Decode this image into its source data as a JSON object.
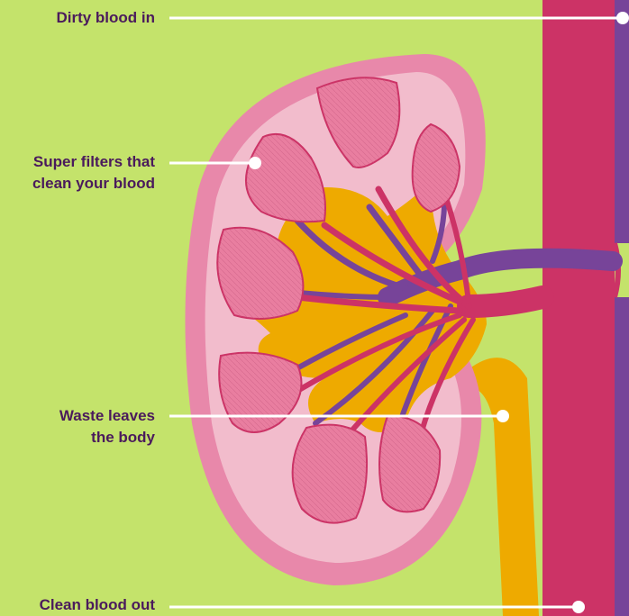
{
  "labels": {
    "dirty_blood_in": "Dirty blood in",
    "super_filters": [
      "Super filters that",
      "clean your blood"
    ],
    "waste_leaves": [
      "Waste leaves",
      "the body"
    ],
    "clean_blood_out": "Clean blood out"
  },
  "colors": {
    "background": "#c4e36b",
    "label_text": "#4a1a5c",
    "pointer_line": "#ffffff",
    "artery_red": "#cc3366",
    "vein_purple": "#774499",
    "urine_yellow": "#eeaa00",
    "kidney_outer": "#e888aa",
    "kidney_inner": "#f2bccc",
    "filter_pink": "#e97ea0"
  },
  "icons": [
    "kidney-illustration",
    "filter-pyramid-icon",
    "blood-vessel-icon",
    "ureter-icon"
  ]
}
